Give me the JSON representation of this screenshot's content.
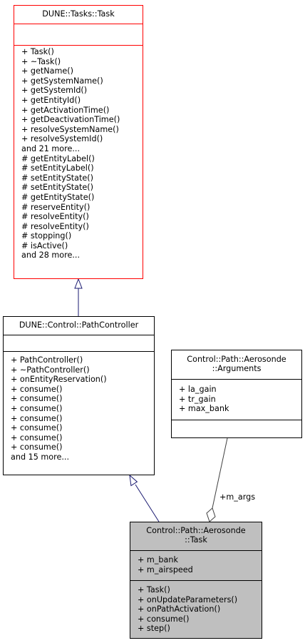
{
  "classes": {
    "task": {
      "title": [
        "DUNE::Tasks::Task"
      ],
      "attributes": [],
      "methods": [
        "+ Task()",
        "+ ~Task()",
        "+ getName()",
        "+ getSystemName()",
        "+ getSystemId()",
        "+ getEntityId()",
        "+ getActivationTime()",
        "+ getDeactivationTime()",
        "+ resolveSystemName()",
        "+ resolveSystemId()",
        "and 21 more...",
        "# getEntityLabel()",
        "# setEntityLabel()",
        "# setEntityState()",
        "# setEntityState()",
        "# getEntityState()",
        "# reserveEntity()",
        "# resolveEntity()",
        "# resolveEntity()",
        "# stopping()",
        "# isActive()",
        "and 28 more..."
      ],
      "border_color": "#ff0000"
    },
    "path_controller": {
      "title": [
        "DUNE::Control::PathController"
      ],
      "attributes": [],
      "methods": [
        "+ PathController()",
        "+ ~PathController()",
        "+ onEntityReservation()",
        "+ consume()",
        "+ consume()",
        "+ consume()",
        "+ consume()",
        "+ consume()",
        "+ consume()",
        "+ consume()",
        "and 15 more..."
      ],
      "border_color": "#000000"
    },
    "arguments": {
      "title": [
        "Control::Path::Aerosonde",
        "::Arguments"
      ],
      "attributes": [
        "+ la_gain",
        "+ tr_gain",
        "+ max_bank"
      ],
      "methods": [],
      "border_color": "#000000"
    },
    "aerosonde_task": {
      "title": [
        "Control::Path::Aerosonde",
        "::Task"
      ],
      "attributes": [
        "+ m_bank",
        "+ m_airspeed"
      ],
      "methods": [
        "+ Task()",
        "+ onUpdateParameters()",
        "+ onPathActivation()",
        "+ consume()",
        "+ step()"
      ],
      "fill": "#bfbfbf",
      "border_color": "#000000"
    }
  },
  "relations": {
    "inheritance_color": "#191970",
    "association_color": "#404040",
    "association_label": "+m_args"
  }
}
